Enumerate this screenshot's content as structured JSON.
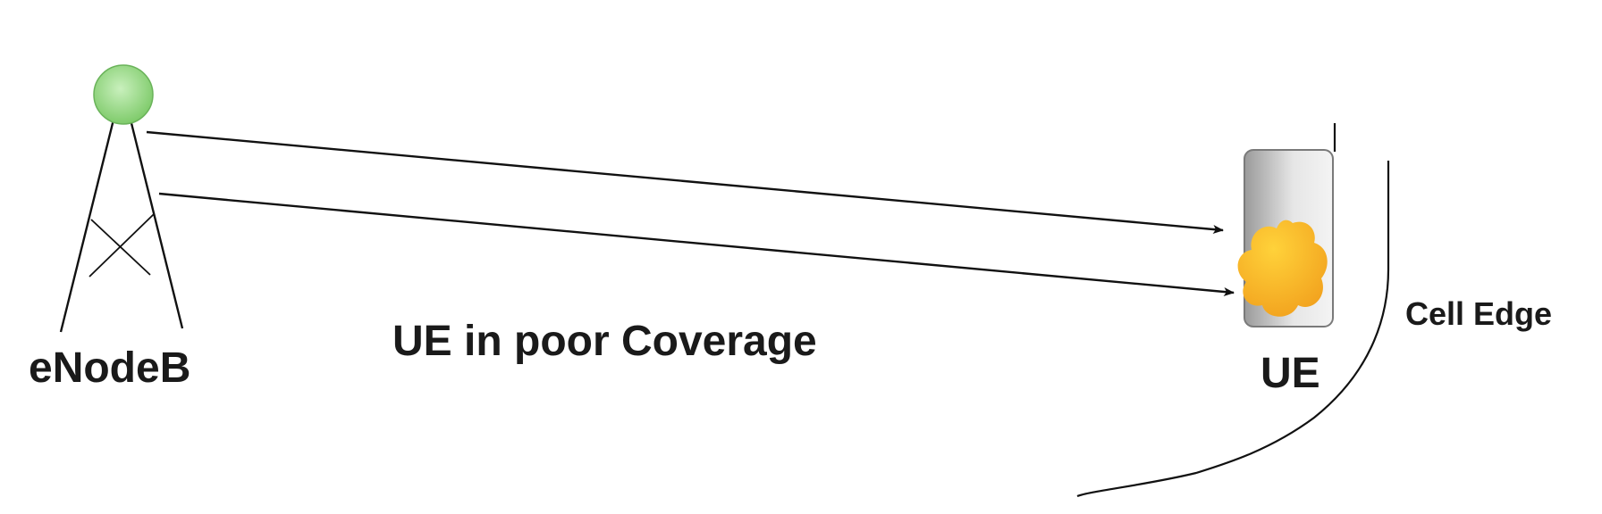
{
  "labels": {
    "base_station": "eNodeB",
    "caption": "UE in poor Coverage",
    "device": "UE",
    "boundary": "Cell Edge"
  },
  "icons": {
    "tower": "tower-icon",
    "device": "phone-icon",
    "cloud": "cloud-icon"
  },
  "colors": {
    "tower_head": "#8fd27e",
    "device_body": "#cfcfcf",
    "device_blob": "#f6b82a",
    "stroke": "#111111"
  }
}
